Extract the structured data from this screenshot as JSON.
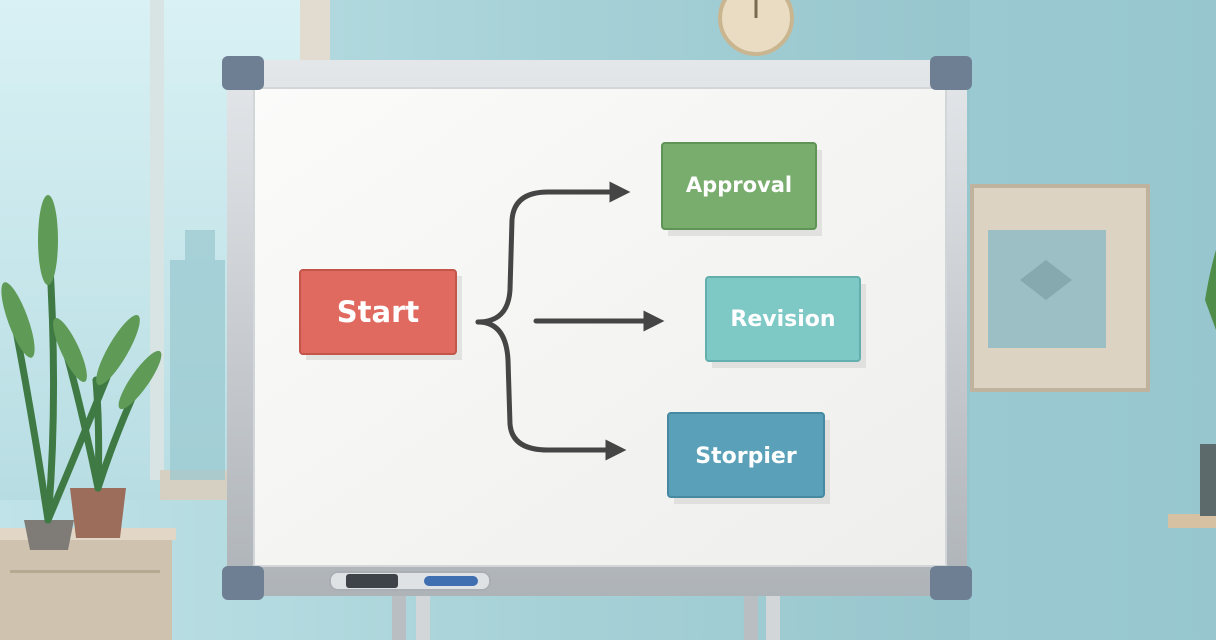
{
  "flowchart": {
    "start_label": "Start",
    "approval_label": "Approval",
    "revision_label": "Revision",
    "storpier_label": "Storpier"
  },
  "colors": {
    "wall": "#a9d3d8",
    "start_box": "#e06a5f",
    "approval_box": "#79ad6e",
    "revision_box": "#7ec8c6",
    "storpier_box": "#5aa0b8",
    "arrow": "#454545",
    "board_surface": "#f6f6f4",
    "board_frame": "#c4c8cc",
    "corner_caps": "#6f7f93"
  },
  "icons": [
    "wall-clock-icon",
    "plant-icon",
    "framed-picture-icon",
    "marker-icon",
    "eraser-icon"
  ]
}
